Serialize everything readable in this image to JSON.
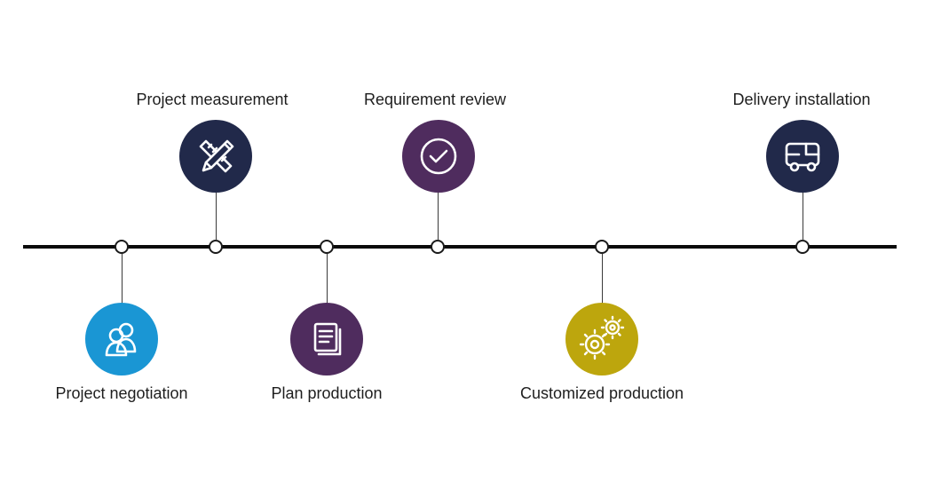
{
  "steps": [
    {
      "label": "Project negotiation",
      "icon": "users-icon",
      "color": "#1a96d4"
    },
    {
      "label": "Project measurement",
      "icon": "pencil-ruler-icon",
      "color": "#21294a"
    },
    {
      "label": "Plan production",
      "icon": "document-icon",
      "color": "#4f2c5e"
    },
    {
      "label": "Requirement review",
      "icon": "checkmark-circle-icon",
      "color": "#4f2c5e"
    },
    {
      "label": "Customized production",
      "icon": "gears-icon",
      "color": "#bda60d"
    },
    {
      "label": "Delivery installation",
      "icon": "truck-icon",
      "color": "#21294a"
    }
  ]
}
